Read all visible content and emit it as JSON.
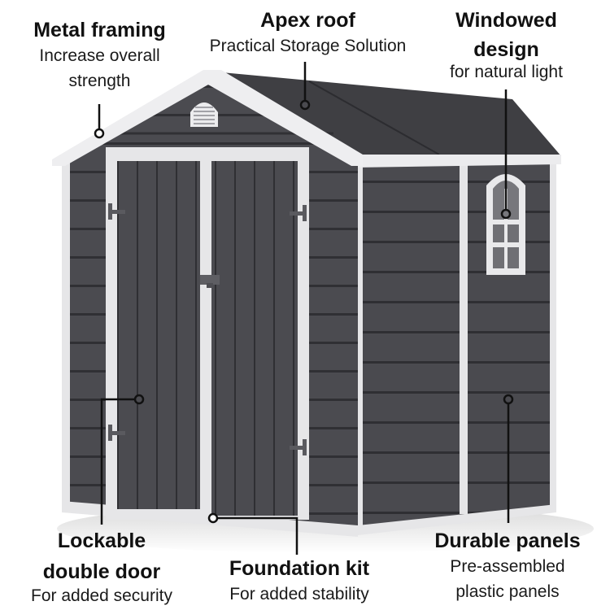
{
  "image": {
    "subject": "Grey plastic garden shed with white frame, apex roof, double doors and side window",
    "colors": {
      "panel": "#4a4a4f",
      "panel_dark": "#3d3d42",
      "roof": "#3f3f43",
      "frame": "#e8e8ea",
      "callout_line": "#111111"
    }
  },
  "callouts": {
    "metal_framing": {
      "title": "Metal framing",
      "subtitle_line1": "Increase overall",
      "subtitle_line2": "strength"
    },
    "apex_roof": {
      "title": "Apex roof",
      "subtitle": "Practical Storage Solution"
    },
    "windowed_design": {
      "title_line1": "Windowed",
      "title_line2": "design",
      "subtitle": "for natural light"
    },
    "lockable_double_door": {
      "title_line1": "Lockable",
      "title_line2": "double door",
      "subtitle": "For added security"
    },
    "foundation_kit": {
      "title": "Foundation kit",
      "subtitle": "For added stability"
    },
    "durable_panels": {
      "title": "Durable panels",
      "subtitle_line1": "Pre-assembled",
      "subtitle_line2": "plastic panels"
    }
  }
}
